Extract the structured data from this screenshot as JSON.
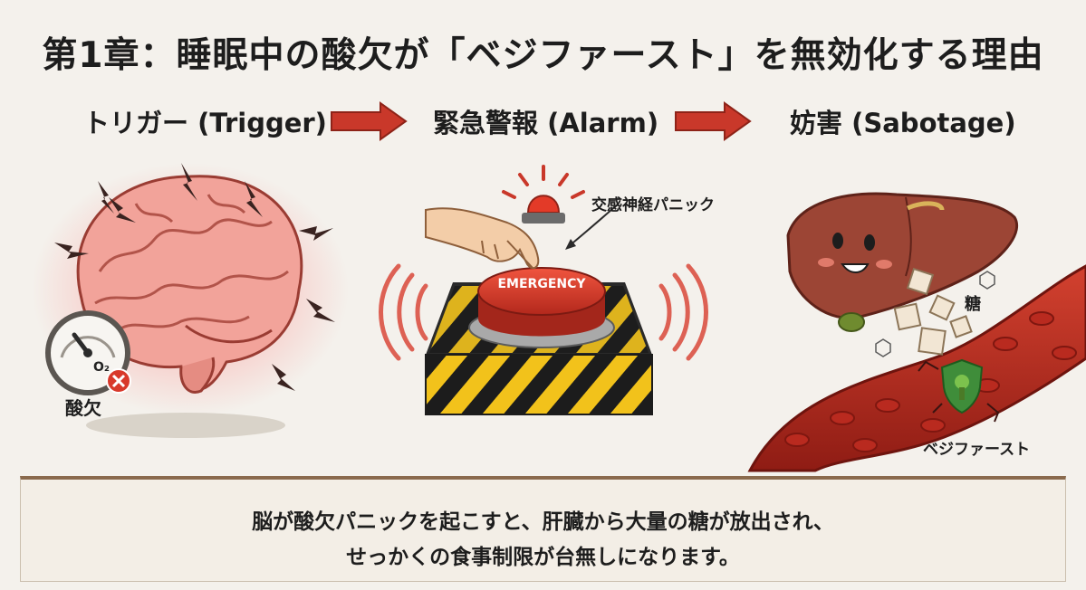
{
  "title": "第1章：睡眠中の酸欠が「ベジファースト」を無効化する理由",
  "steps": [
    {
      "label": "トリガー (Trigger)"
    },
    {
      "label": "緊急警報 (Alarm)"
    },
    {
      "label": "妨害 (Sabotage)"
    }
  ],
  "trigger": {
    "gauge_symbol": "O₂",
    "label": "酸欠"
  },
  "alarm": {
    "button_text": "EMERGENCY",
    "callout": "交感神経パニック"
  },
  "sabotage": {
    "sugar_label": "糖",
    "vege_label": "ベジファースト"
  },
  "summary": {
    "line1": "脳が酸欠パニックを起こすと、肝臓から大量の糖が放出され、",
    "line2": "せっかくの食事制限が台無しになります。"
  },
  "colors": {
    "accent_red": "#c9382a",
    "frame_brown": "#8a6a4d",
    "background": "#f4f1ec"
  }
}
